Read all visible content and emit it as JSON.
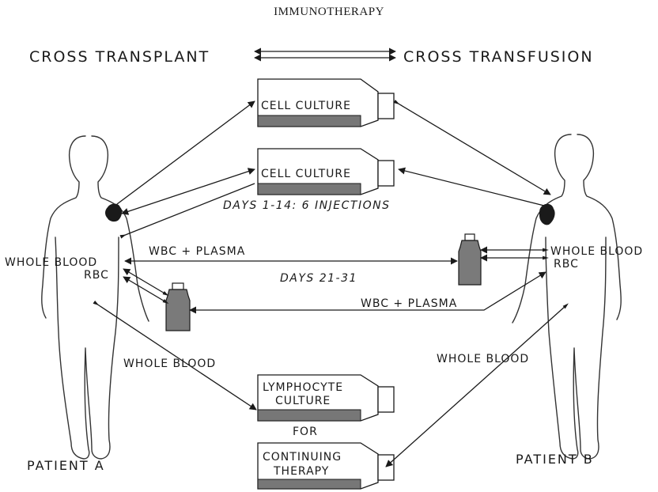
{
  "title": "IMMUNOTHERAPY",
  "header": {
    "left": "CROSS  TRANSPLANT",
    "right": "CROSS  TRANSFUSION"
  },
  "flasks": {
    "top_culture": "CELL  CULTURE",
    "mid_culture": "CELL  CULTURE",
    "lymphocyte_line1": "LYMPHOCYTE",
    "lymphocyte_line2": "CULTURE",
    "continuing_line1": "CONTINUING",
    "continuing_line2": "THERAPY"
  },
  "labels": {
    "days_injections": "DAYS  1-14:  6  INJECTIONS",
    "days_21_31": "DAYS  21-31",
    "wbc_plasma_top": "WBC  +  PLASMA",
    "wbc_plasma_bottom": "WBC  +  PLASMA",
    "whole_blood_a": "WHOLE  BLOOD",
    "rbc_a": "RBC",
    "whole_blood_b": "WHOLE  BLOOD",
    "rbc_b": "RBC",
    "whole_blood_lower_a": "WHOLE  BLOOD",
    "whole_blood_lower_b": "WHOLE  BLOOD",
    "for": "FOR"
  },
  "patients": {
    "a": "PATIENT  A",
    "b": "PATIENT  B"
  },
  "colors": {
    "ink": "#1a1a1a",
    "fill_gray": "#777777",
    "background": "#ffffff"
  }
}
